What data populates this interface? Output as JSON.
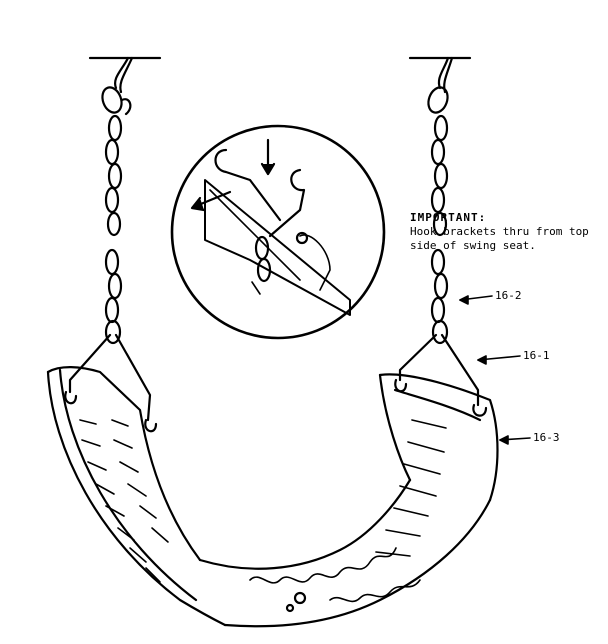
{
  "note": {
    "title": "IMPORTANT:",
    "line1": "Hook brackets thru from top",
    "line2": "side of swing seat."
  },
  "callouts": [
    {
      "id": "chain",
      "text": "16-2"
    },
    {
      "id": "hanger",
      "text": "16-1"
    },
    {
      "id": "seat",
      "text": "16-3"
    }
  ],
  "colors": {
    "ink": "#000000",
    "paper": "#ffffff"
  }
}
